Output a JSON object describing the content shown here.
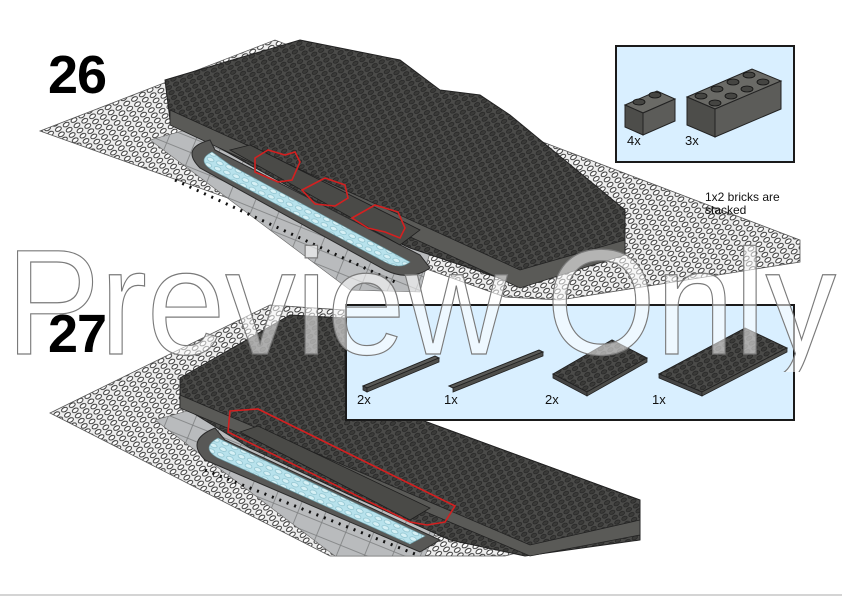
{
  "page": {
    "type": "LEGO building instructions",
    "background": "#ffffff"
  },
  "steps": [
    {
      "number": "26",
      "parts_callout": {
        "background": "#d9efff",
        "parts": [
          {
            "name": "Brick 1x2",
            "color": "Dark Bluish Gray",
            "quantity": "4x"
          },
          {
            "name": "Brick 2x4",
            "color": "Dark Bluish Gray",
            "quantity": "3x"
          }
        ]
      },
      "note": "1x2 bricks are stacked",
      "highlight_color": "#d42020"
    },
    {
      "number": "27",
      "parts_callout": {
        "background": "#d9efff",
        "parts": [
          {
            "name": "Plate 1x6",
            "color": "Dark Bluish Gray",
            "quantity": "2x"
          },
          {
            "name": "Plate 1x8",
            "color": "Dark Bluish Gray",
            "quantity": "1x"
          },
          {
            "name": "Plate 4x6",
            "color": "Dark Bluish Gray",
            "quantity": "2x"
          },
          {
            "name": "Plate 4x8",
            "color": "Dark Bluish Gray",
            "quantity": "1x"
          }
        ]
      },
      "highlight_color": "#d42020"
    }
  ],
  "watermark": {
    "text": "Preview Only"
  },
  "colors": {
    "baseplate_white": "#f2f2f2",
    "dark_gray": "#4a4a48",
    "light_gray": "#b9bbbd",
    "trans_light_blue": "#b7e1ea",
    "callout_bg": "#d9efff",
    "highlight_red": "#d42020"
  }
}
